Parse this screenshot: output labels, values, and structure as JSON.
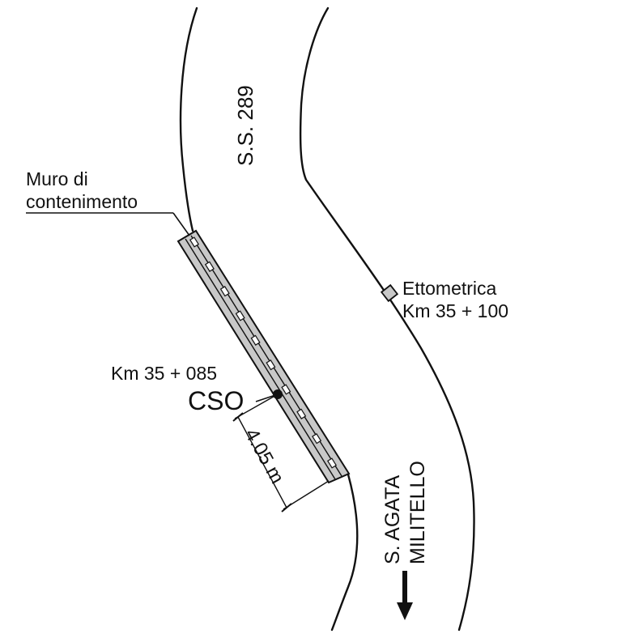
{
  "road": {
    "name": "S.S. 289"
  },
  "wall": {
    "label_line1": "Muro di",
    "label_line2": "contenimento",
    "fill_color": "#c8c8c8"
  },
  "marker": {
    "label_line1": "Ettometrica",
    "label_line2": "Km 35 + 100",
    "fill_color": "#c8c8c8"
  },
  "cso": {
    "km": "Km 35 + 085",
    "label": "CSO"
  },
  "dimension": {
    "text": "4.05 m"
  },
  "direction": {
    "line1": "S. AGATA",
    "line2": "MILITELLO",
    "arrow_icon": "arrow-down-icon"
  }
}
